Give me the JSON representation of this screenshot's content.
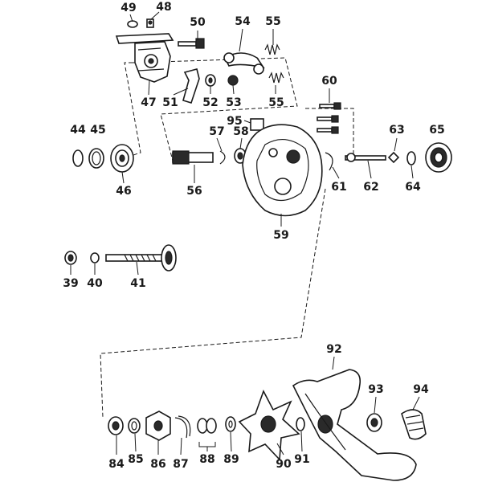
{
  "labels": {
    "p49": "49",
    "p48": "48",
    "p50": "50",
    "p54": "54",
    "p55a": "55",
    "p47": "47",
    "p51": "51",
    "p52": "52",
    "p53": "53",
    "p55b": "55",
    "p60": "60",
    "p95": "95",
    "p58": "58",
    "p57": "57",
    "p44": "44",
    "p45": "45",
    "p46": "46",
    "p56": "56",
    "p63": "63",
    "p65": "65",
    "p61": "61",
    "p62": "62",
    "p64": "64",
    "p59": "59",
    "p39": "39",
    "p40": "40",
    "p41": "41",
    "p92": "92",
    "p93": "93",
    "p94": "94",
    "p84": "84",
    "p85": "85",
    "p86": "86",
    "p87": "87",
    "p88": "88",
    "p89": "89",
    "p90": "90",
    "p91": "91"
  },
  "colors": {
    "ink": "#1a1a1a",
    "paper": "#ffffff"
  }
}
